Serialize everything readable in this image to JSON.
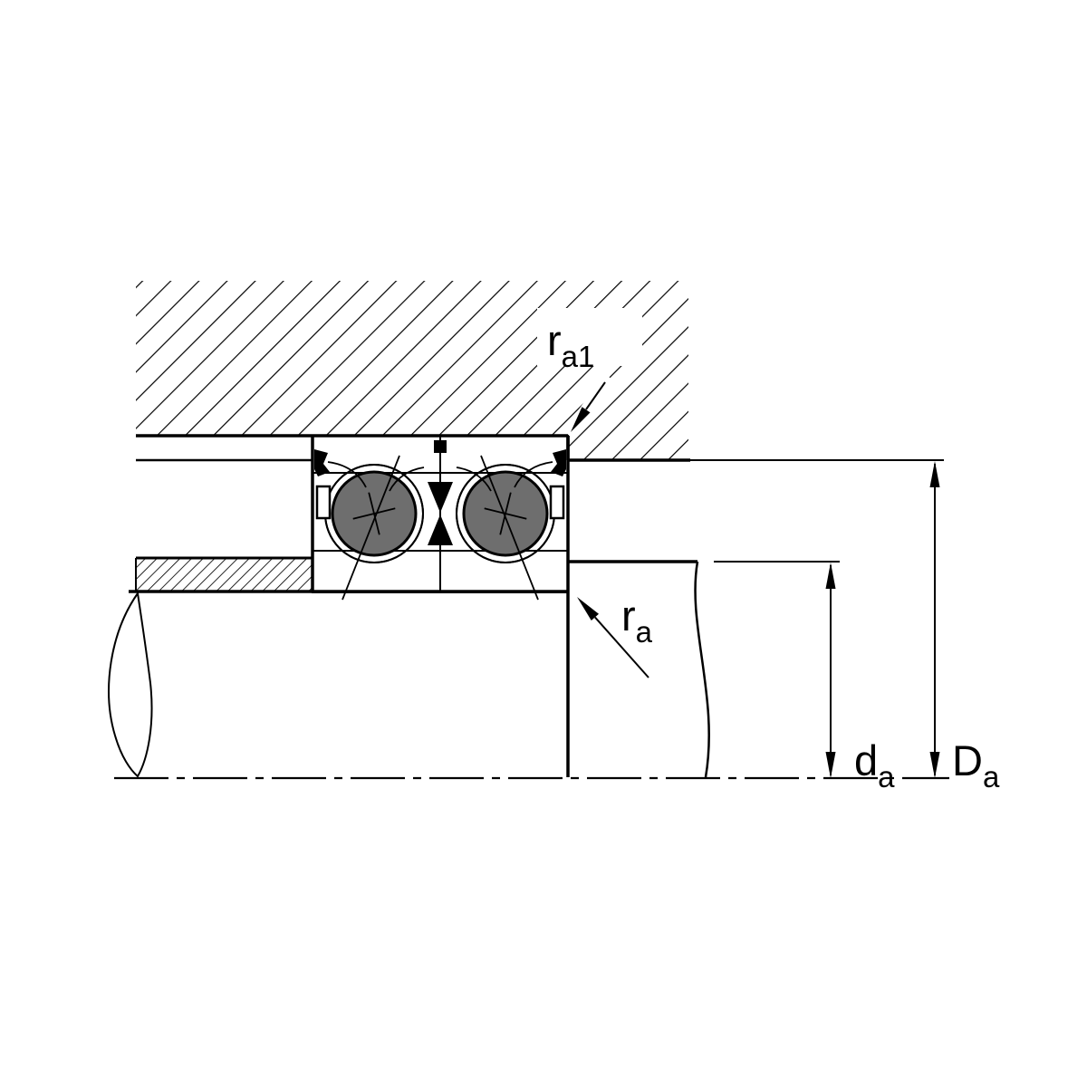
{
  "diagram": {
    "labels": {
      "ra1": {
        "main": "r",
        "sub": "a1"
      },
      "ra": {
        "main": "r",
        "sub": "a"
      },
      "da": {
        "main": "d",
        "sub": "a"
      },
      "Da": {
        "main": "D",
        "sub": "a"
      }
    },
    "colors": {
      "line": "#000000",
      "background": "#ffffff",
      "ball_fill": "#6e6e6e",
      "hatch": "#000000"
    }
  }
}
